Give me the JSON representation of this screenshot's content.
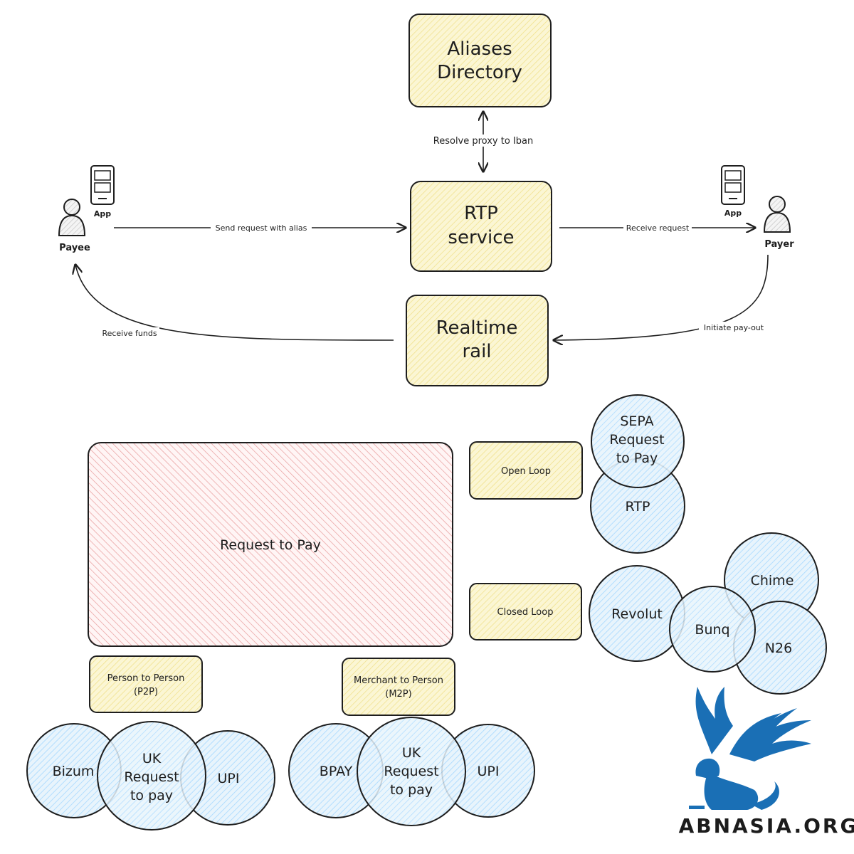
{
  "top_boxes": {
    "aliases_directory": [
      "Aliases",
      "Directory"
    ],
    "rtp_service": [
      "RTP",
      "service"
    ],
    "realtime_rail": [
      "Realtime",
      "rail"
    ]
  },
  "actors": {
    "payee": {
      "label": "Payee",
      "device_label": "App"
    },
    "payer": {
      "label": "Payer",
      "device_label": "App"
    }
  },
  "arrows": {
    "resolve": "Resolve proxy to Iban",
    "send_request": "Send request with alias",
    "receive_request": "Receive request",
    "initiate_payout": "Initiate pay-out",
    "receive_funds": "Receive funds"
  },
  "bottom": {
    "request_to_pay": "Request to Pay",
    "open_loop": "Open Loop",
    "closed_loop": "Closed Loop",
    "p2p": [
      "Person to Person",
      "(P2P)"
    ],
    "m2p": [
      "Merchant to Person",
      "(M2P)"
    ]
  },
  "open_loop_circles": {
    "sepa": [
      "SEPA",
      "Request",
      "to Pay"
    ],
    "rtp": "RTP"
  },
  "closed_loop_circles": {
    "revolut": "Revolut",
    "chime": "Chime",
    "bunq": "Bunq",
    "n26": "N26"
  },
  "p2p_circles": {
    "bizum": "Bizum",
    "uk": [
      "UK",
      "Request",
      "to pay"
    ],
    "upi": "UPI"
  },
  "m2p_circles": {
    "bpay": "BPAY",
    "uk": [
      "UK",
      "Request",
      "to pay"
    ],
    "upi": "UPI"
  },
  "logo": {
    "text": "ABNASIA.ORG"
  },
  "colors": {
    "box_yellow": "#fbf6d4",
    "circle_blue": "#a5d8ff",
    "hatch_red": "#ffa8a8",
    "logo_blue": "#1a6fb5"
  }
}
